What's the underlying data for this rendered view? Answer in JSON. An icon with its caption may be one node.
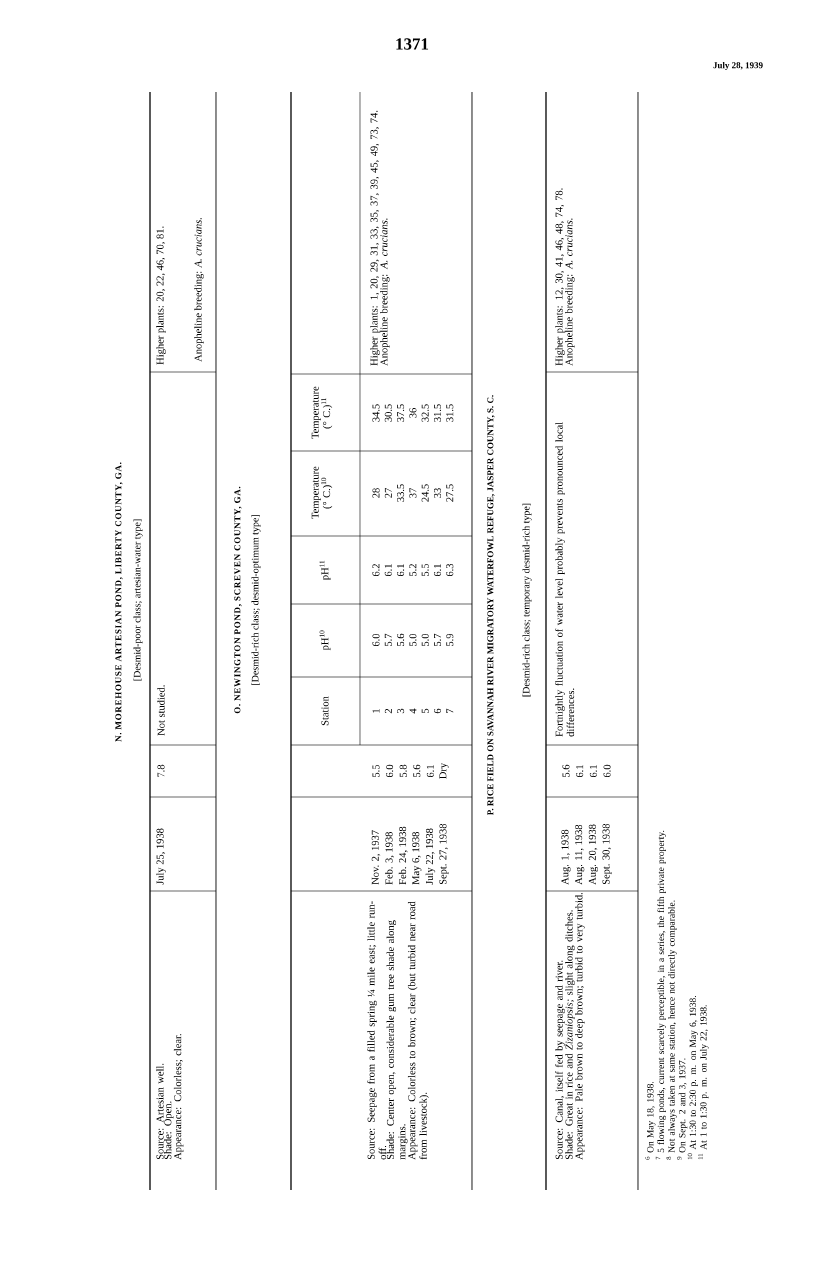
{
  "diagram": {
    "labels": [
      "1371",
      "July 28, 1939",
      "N. MOREHOUSE ARTESIAN POND, LIBERTY COUNTY, GA.",
      "[Desmid-poor class; artesian-water type]",
      "Source: Artesian well.",
      "Shade: Open.",
      "Appearance: Colorless; clear.",
      "July 25, 1938",
      "7.8",
      "Not studied.",
      "Higher plants: 20, 22, 46, 70, 81.",
      "Anopheline breeding: *A. crucians.*",
      "O. NEWINGTON POND, SCREVEN COUNTY, GA.",
      "[Desmid-rich class; desmid-optimum type]",
      "Station",
      "pH$^{10}$",
      "pH$^{11}$",
      "Temperature (° C.)$^{10}$",
      "Temperature (° C.)$^{11}$",
      "Source: Seepage from a filled spring ¼ mile east; little run-off.",
      "Shade: Center open, considerable gum tree shade along margins.",
      "Appearance: Colorless to brown; clear (but turbid near road from livestock).",
      "Nov. 2, 1937",
      "Feb. 3, 1938",
      "Feb. 24, 1938",
      "May 6, 1938",
      "July 22, 1938",
      "Sept. 27, 1938",
      "5.5",
      "6.0",
      "5.8",
      "5.6",
      "6.1",
      "Dry",
      "1",
      "2",
      "3",
      "4",
      "5",
      "6",
      "7",
      "6.0",
      "5.7",
      "5.6",
      "5.0",
      "5.0",
      "5.7",
      "5.9",
      "6.2",
      "6.1",
      "6.1",
      "5.2",
      "5.5",
      "6.1",
      "6.3",
      "28",
      "27",
      "33.5",
      "37",
      "24.5",
      "33",
      "27.5",
      "34.5",
      "30.5",
      "37.5",
      "36",
      "32.5",
      "31.5",
      "31.5",
      "Higher plants: 1, 20, 29, 31, 33, 35, 37, 39, 45, 49, 73, 74.",
      "Anopheline breeding: *A. crucians.*",
      "P. RICE FIELD ON SAVANNAH RIVER MIGRATORY WATERFOWL REFUGE, JASPER COUNTY, S. C.",
      "[Desmid-rich class; temporary desmid-rich type]",
      "Source: Canal, itself fed by seepage and river.",
      "Shade: Great in rice and *Zizaniopsis;* slight along ditches.",
      "Appearance: Pale brown to deep brown; turbid to very turbid.",
      "Aug. 1, 1938",
      "Aug. 11, 1938",
      "Aug. 20, 1938",
      "Sept. 30, 1938",
      "5.6",
      "6.1",
      "6.1",
      "6.0",
      "Fortnightly fluctuation of water level probably prevents pronounced local differences.",
      "Higher plants: 12, 30, 41, 46, 48, 74, 78.",
      "Anopheline breeding: *A. crucians.*",
      "$^{6}$ On May 18, 1938.",
      "$^{7}$ 5 flowing ponds, current scarcely perceptible, in a series, the fifth private property.",
      "$^{8}$ Not always taken at same station, hence not directly comparable.",
      "$^{9}$ On Sept. 2 and 3, 1937.",
      "$^{10}$ At 1:30 to 2:30 p. m. on May 6, 1938.",
      "$^{11}$ At 1 to 1:30 p. m. on July 22, 1938."
    ]
  }
}
